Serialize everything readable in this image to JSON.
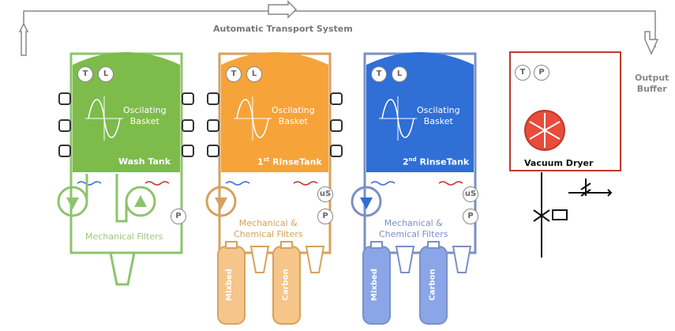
{
  "transport": {
    "label": "Automatic Transport System"
  },
  "output": {
    "line1": "Output",
    "line2": "Buffer"
  },
  "tanks": [
    {
      "name": "Wash Tank",
      "basket1": "Oscilating",
      "basket2": "Basket",
      "filters": "Mechanical Filters",
      "color": "#7dbb4b",
      "sensors_top": [
        "T",
        "L"
      ],
      "sensors_side": [
        "P"
      ]
    },
    {
      "name_prefix": "1",
      "name_sup": "st",
      "name_suffix": " RinseTank",
      "basket1": "Oscilating",
      "basket2": "Basket",
      "filters1": "Mechanical &",
      "filters2": "Chemical Filters",
      "color": "#f6a33a",
      "sensors_top": [
        "T",
        "L"
      ],
      "sensors_side": [
        "uS",
        "P"
      ],
      "cartridges": [
        "Mixbed",
        "Carbon"
      ]
    },
    {
      "name_prefix": "2",
      "name_sup": "nd",
      "name_suffix": " RinseTank",
      "basket1": "Oscilating",
      "basket2": "Basket",
      "filters1": "Mechanical &",
      "filters2": "Chemical Filters",
      "color": "#2f6fd6",
      "sensors_top": [
        "T",
        "L"
      ],
      "sensors_side": [
        "uS",
        "P"
      ],
      "cartridges": [
        "Mixbed",
        "Carbon"
      ]
    }
  ],
  "dryer": {
    "name": "Vacuum Dryer",
    "sensors_top": [
      "T",
      "P"
    ],
    "color": "#c0392b"
  }
}
